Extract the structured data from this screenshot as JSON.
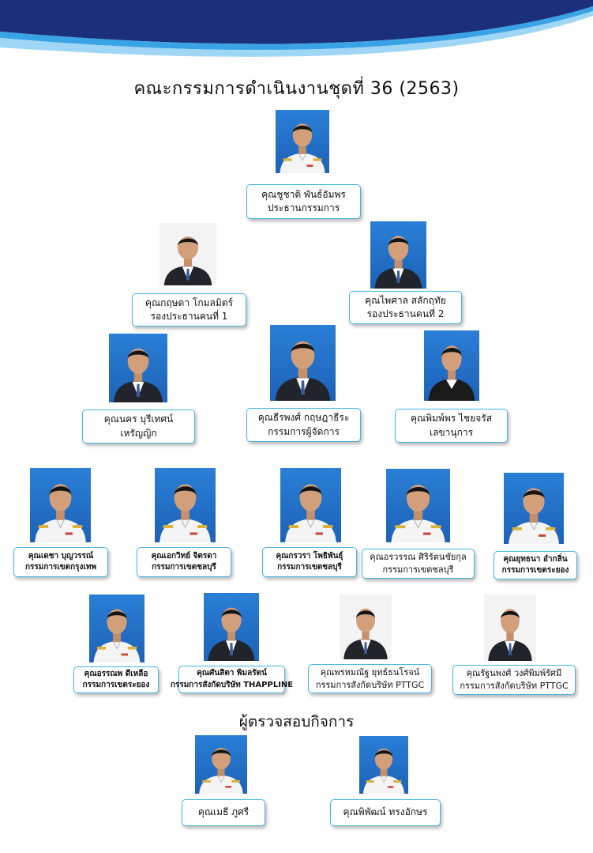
{
  "header": {
    "title": "คณะกรรมการดำเนินงานชุดที่ 36 (2563)",
    "auditors_heading": "ผู้ตรวจสอบกิจการ"
  },
  "colors": {
    "wave_dark": "#1b2f7a",
    "wave_light": "#3aa3e6",
    "card_border": "#45b6e6",
    "photo_bg": "#2a7fd6"
  },
  "members": [
    {
      "name": "คุณชูชาติ พันธ์อัมพร",
      "role": "ประธานกรรมการ",
      "attire": "uniform"
    },
    {
      "name": "คุณกฤษดา โกมลมิตร์",
      "role": "รองประธานคนที่ 1",
      "attire": "suit"
    },
    {
      "name": "คุณไพศาล สลักฤทัย",
      "role": "รองประธานคนที่ 2",
      "attire": "suit"
    },
    {
      "name": "คุณนคร บุรีเทศน์",
      "role": "เหรัญญิก",
      "attire": "suit"
    },
    {
      "name": "คุณธีรพงศ์ กฤษฎาธีระ",
      "role": "กรรมการผู้จัดการ",
      "attire": "suit"
    },
    {
      "name": "คุณพิมพ์พร ไชยจรัส",
      "role": "เลขานุการ",
      "attire": "blouse"
    },
    {
      "name": "คุณเดชา บุญวรรณ์",
      "role": "กรรมการเขตกรุงเทพ",
      "attire": "uniform"
    },
    {
      "name": "คุณเอกวิทย์ จิตรดา",
      "role": "กรรมการเขตชลบุรี",
      "attire": "uniform"
    },
    {
      "name": "คุณกรวรา โพธิพันธุ์",
      "role": "กรรมการเขตชลบุรี",
      "attire": "uniform"
    },
    {
      "name": "คุณอรวรรณ ศิริรัตนชัยกุล",
      "role": "กรรมการเขตชลบุรี",
      "attire": "uniform"
    },
    {
      "name": "คุณยุทธนา อำกลิ่น",
      "role": "กรรมการเขตระยอง",
      "attire": "uniform"
    },
    {
      "name": "คุณอรรณพ ดีเหลือ",
      "role": "กรรมการเขตระยอง",
      "attire": "uniform"
    },
    {
      "name": "คุณศันสิตา พิมลรัตน์",
      "role": "กรรมการสังกัดบริษัท THAPPLINE",
      "attire": "suit"
    },
    {
      "name": "คุณพรหมณัฐ ยุทธ์ธนโรจน์",
      "role": "กรรมการสังกัดบริษัท PTTGC",
      "attire": "suit"
    },
    {
      "name": "คุณรัฐนพงศ์ วงศ์พิมพ์รัศมี",
      "role": "กรรมการสังกัดบริษัท PTTGC",
      "attire": "suit"
    }
  ],
  "auditors": [
    {
      "name": "คุณเมธี ภูศรี",
      "attire": "uniform"
    },
    {
      "name": "คุณพิพัฒน์ ทรงอักษร",
      "attire": "uniform"
    }
  ]
}
